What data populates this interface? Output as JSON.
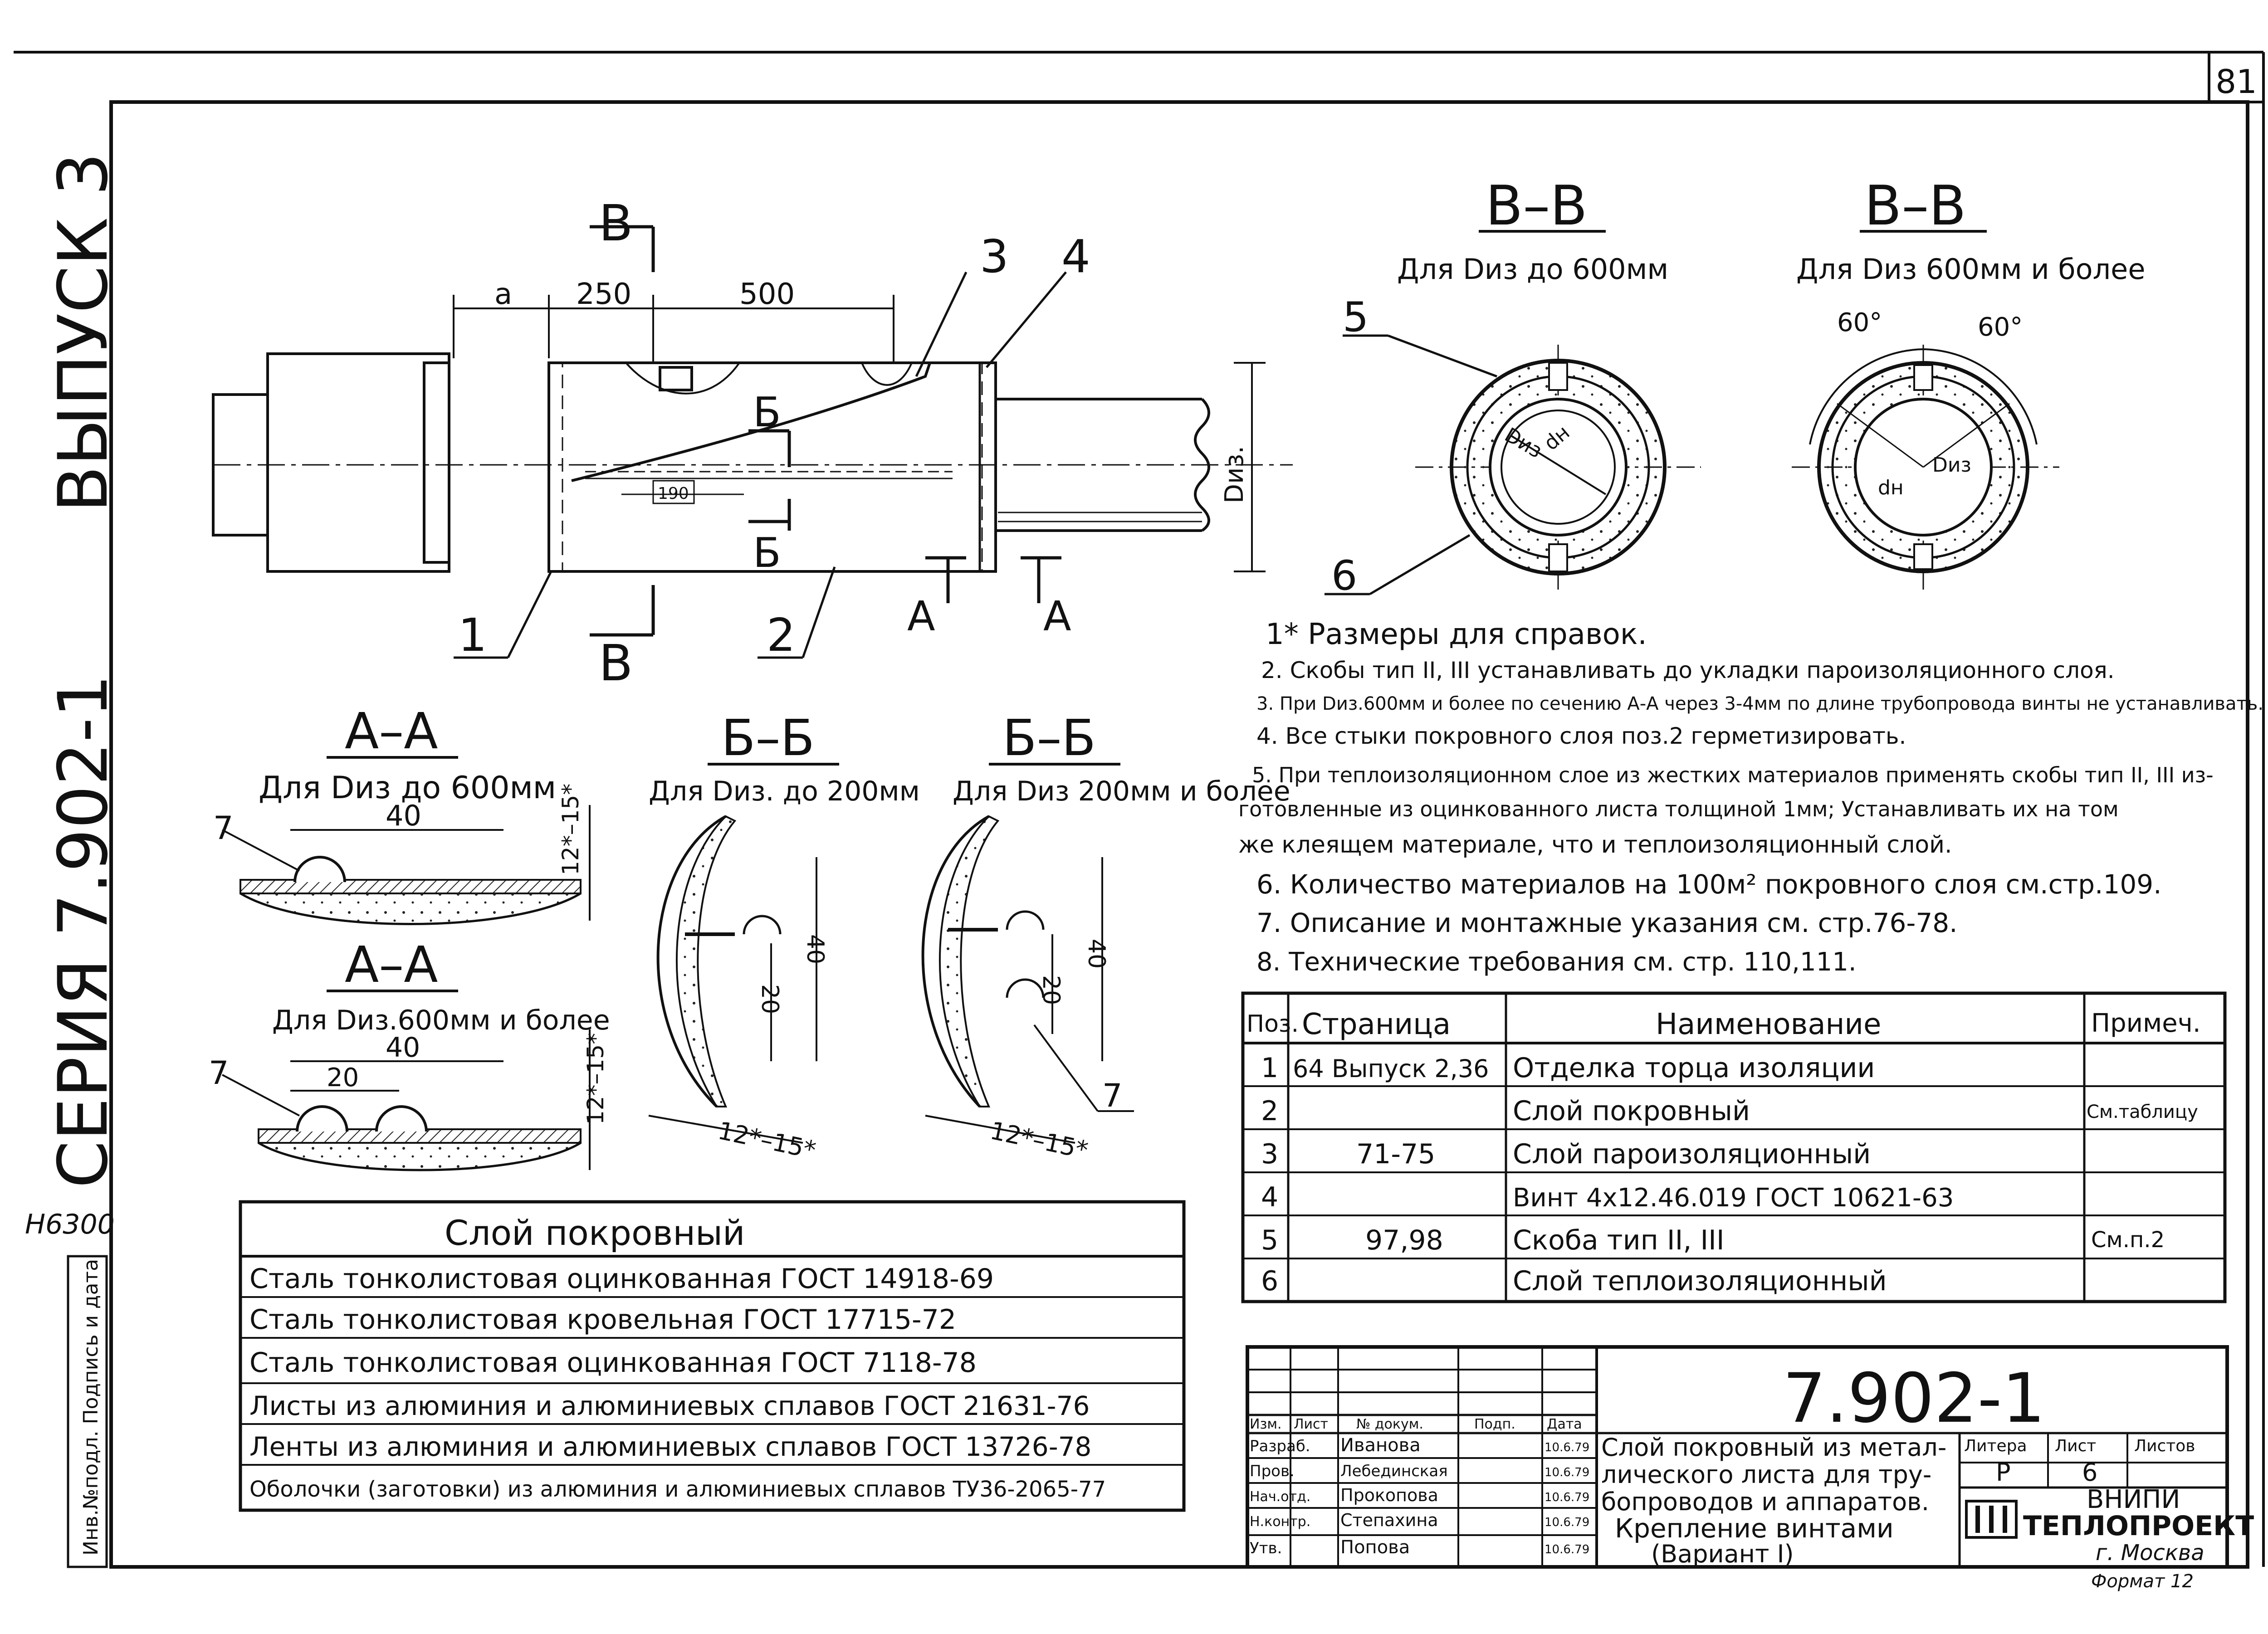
{
  "sheet": {
    "page_number": "81",
    "series_vertical": "СЕРИЯ 7.902-1",
    "issue_vertical": "ВЫПУСК 3",
    "stamp_code": "Н6300",
    "archive_stamp": "Инв.№подл. Подпись и дата"
  },
  "main_view": {
    "label_a": "a",
    "dim_250": "250",
    "dim_500": "500",
    "dim_190": "190",
    "section_v": "В",
    "section_b": "Б",
    "section_a": "А",
    "callout_1": "1",
    "callout_2": "2",
    "callout_3": "3",
    "callout_4": "4",
    "diameter_label": "Dиз."
  },
  "section_vv_small": {
    "title": "В–В",
    "subtitle": "Для Dиз до 600мм",
    "callout_5": "5",
    "callout_6": "6",
    "d_iz": "Dиз",
    "d_n": "dн"
  },
  "section_vv_large": {
    "title": "В–В",
    "subtitle": "Для Dиз 600мм и более",
    "angle_1": "60°",
    "angle_2": "60°",
    "d_iz": "Dиз",
    "d_n": "dн"
  },
  "section_aa_small": {
    "title": "А–А",
    "subtitle": "Для Dиз до 600мм",
    "dim_40": "40",
    "dim_h": "12*–15*",
    "callout": "7"
  },
  "section_aa_large": {
    "title": "А–А",
    "subtitle": "Для Dиз.600мм и более",
    "dim_40": "40",
    "dim_20": "20",
    "dim_h": "12*–15*",
    "callout": "7"
  },
  "section_bb_small": {
    "title": "Б–Б",
    "subtitle": "Для Dиз. до 200мм",
    "dim_40": "40",
    "dim_20": "20",
    "dim_h": "12*–15*"
  },
  "section_bb_large": {
    "title": "Б–Б",
    "subtitle": "Для Dиз 200мм и более",
    "dim_40": "40",
    "dim_20": "20",
    "dim_h": "12*–15*",
    "callout": "7"
  },
  "notes": [
    "1* Размеры для справок.",
    "2. Скобы тип II, III устанавливать до укладки пароизоляционного слоя.",
    "3. При Dиз.600мм и более по сечению А-А через 3-4мм по длине трубопровода винты не устанавливать.",
    "4. Все стыки покровного слоя поз.2 герметизировать.",
    "5. При теплоизоляционном слое из жестких материалов применять скобы тип II, III из-",
    "готовленные из оцинкованного листа толщиной 1мм; Устанавливать их на том",
    "же клеящем материале, что и теплоизоляционный слой.",
    "6. Количество материалов на 100м² покровного слоя см.стр.109.",
    "7. Описание и монтажные указания см. стр.76-78.",
    "8. Технические требования см. стр. 110,111."
  ],
  "spec_table": {
    "headers": [
      "Поз.",
      "Страница",
      "Наименование",
      "Примеч."
    ],
    "rows": [
      [
        "1",
        "64 Выпуск 2,36",
        "Отделка торца изоляции",
        ""
      ],
      [
        "2",
        "",
        "Слой покровный",
        "См.таблицу"
      ],
      [
        "3",
        "71-75",
        "Слой пароизоляционный",
        ""
      ],
      [
        "4",
        "",
        "Винт 4х12.46.019 ГОСТ 10621-63",
        ""
      ],
      [
        "5",
        "97,98",
        "Скоба тип II, III",
        "См.п.2"
      ],
      [
        "6",
        "",
        "Слой теплоизоляционный",
        ""
      ]
    ]
  },
  "cover_table": {
    "title": "Слой покровный",
    "rows": [
      "Сталь тонколистовая оцинкованная ГОСТ 14918-69",
      "Сталь тонколистовая кровельная ГОСТ 17715-72",
      "Сталь тонколистовая оцинкованная ГОСТ 7118-78",
      "Листы из алюминия и алюминиевых сплавов ГОСТ 21631-76",
      "Ленты из алюминия и алюминиевых сплавов ГОСТ 13726-78",
      "Оболочки (заготовки) из алюминия и алюминиевых сплавов ТУ36-2065-77"
    ]
  },
  "title_block": {
    "code": "7.902-1",
    "description_lines": [
      "Слой покровный из метал-",
      "лического листа для тру-",
      "бопроводов и аппаратов.",
      "Крепление винтами",
      "(Вариант I)"
    ],
    "col_headers": [
      "Изм.",
      "Лист",
      "№ докум.",
      "Подп.",
      "Дата"
    ],
    "signers": [
      {
        "role": "Разраб.",
        "name": "Иванова",
        "date": "10.6.79"
      },
      {
        "role": "Пров.",
        "name": "Лебединская",
        "date": "10.6.79"
      },
      {
        "role": "Нач.отд.",
        "name": "Прокопова",
        "date": "10.6.79"
      },
      {
        "role": "Н.контр.",
        "name": "Степахина",
        "date": "10.6.79"
      },
      {
        "role": "Утв.",
        "name": "Попова",
        "date": "10.6.79"
      }
    ],
    "stage_headers": [
      "Литера",
      "Лист",
      "Листов"
    ],
    "stage_values": [
      "Р",
      "6",
      ""
    ],
    "org_line1": "ВНИПИ",
    "org_line2": "ТЕПЛОПРОЕКТ",
    "org_city": "г. Москва",
    "format": "Формат 12"
  }
}
